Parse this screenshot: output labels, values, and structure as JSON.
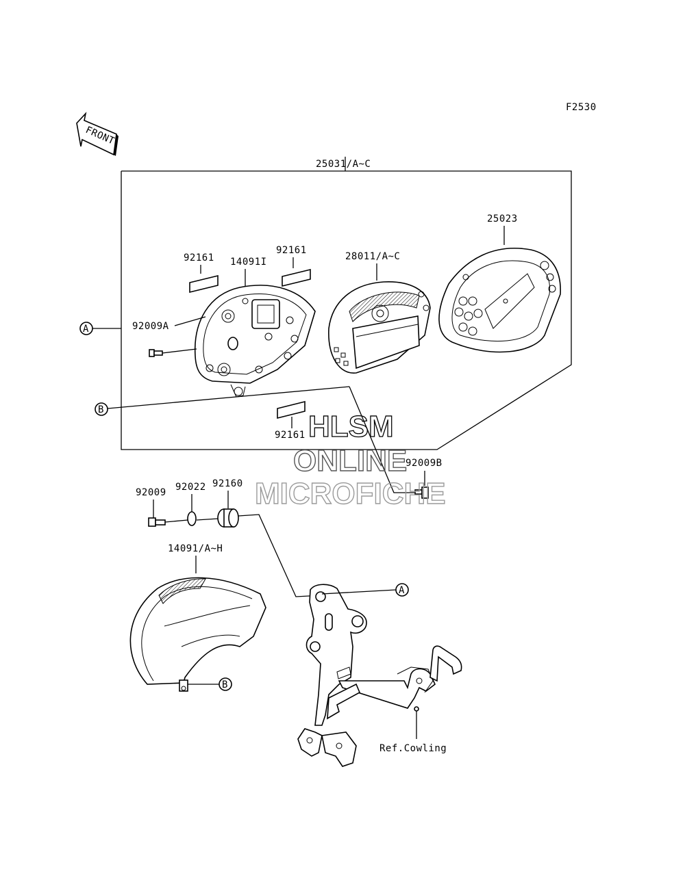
{
  "figure_code": "F2530",
  "front_label": "FRONT",
  "watermark": {
    "line1": "HLSM",
    "line2": "ONLINE",
    "line3": "MICROFICHE"
  },
  "refs": {
    "a": "A",
    "b": "B"
  },
  "parts": {
    "assembly": "25031/A~C",
    "cover": "25023",
    "meter_unit": "28011/A~C",
    "sticker_left": "92161",
    "sticker_right": "92161",
    "sticker_bottom": "92161",
    "case": "14091I",
    "screw_a": "92009A",
    "screw_b": "92009B",
    "bolt": "92009",
    "washer": "92022",
    "grommet": "92160",
    "outer_cover": "14091/A~H",
    "cowling_ref": "Ref.Cowling"
  }
}
